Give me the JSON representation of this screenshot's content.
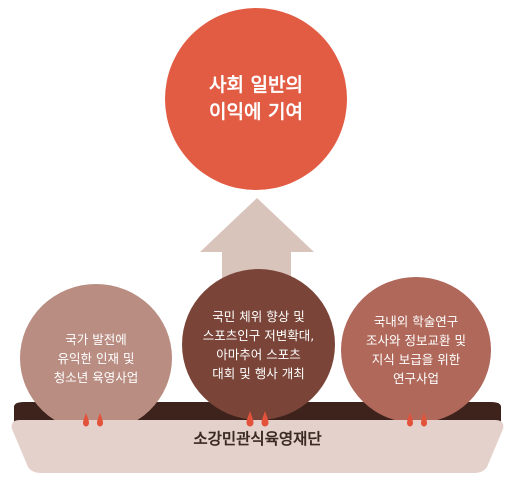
{
  "goal": {
    "lines": [
      "사회 일반의",
      "이익에 기여"
    ]
  },
  "activities": [
    {
      "lines": [
        "국가 발전에",
        "유익한 인재 및",
        "청소년 육영사업"
      ]
    },
    {
      "lines": [
        "국민 체위 향상 및",
        "스포츠인구 저변확대,",
        "아마추어 스포츠",
        "대회 및 행사 개최"
      ]
    },
    {
      "lines": [
        "국내외 학술연구",
        "조사와 정보교환 및",
        "지식 보급을 위한",
        "연구사업"
      ]
    }
  ],
  "foundation": {
    "name": "소강민관식육영재단"
  },
  "colors": {
    "goal": "#e25c44",
    "arrow": "#d9c4bc",
    "activity_left": "#b98d82",
    "activity_middle": "#7a4538",
    "activity_right": "#b0685a",
    "tray": "#e4d1cb",
    "soil": "#3d231c",
    "drops": "#e3523a"
  }
}
